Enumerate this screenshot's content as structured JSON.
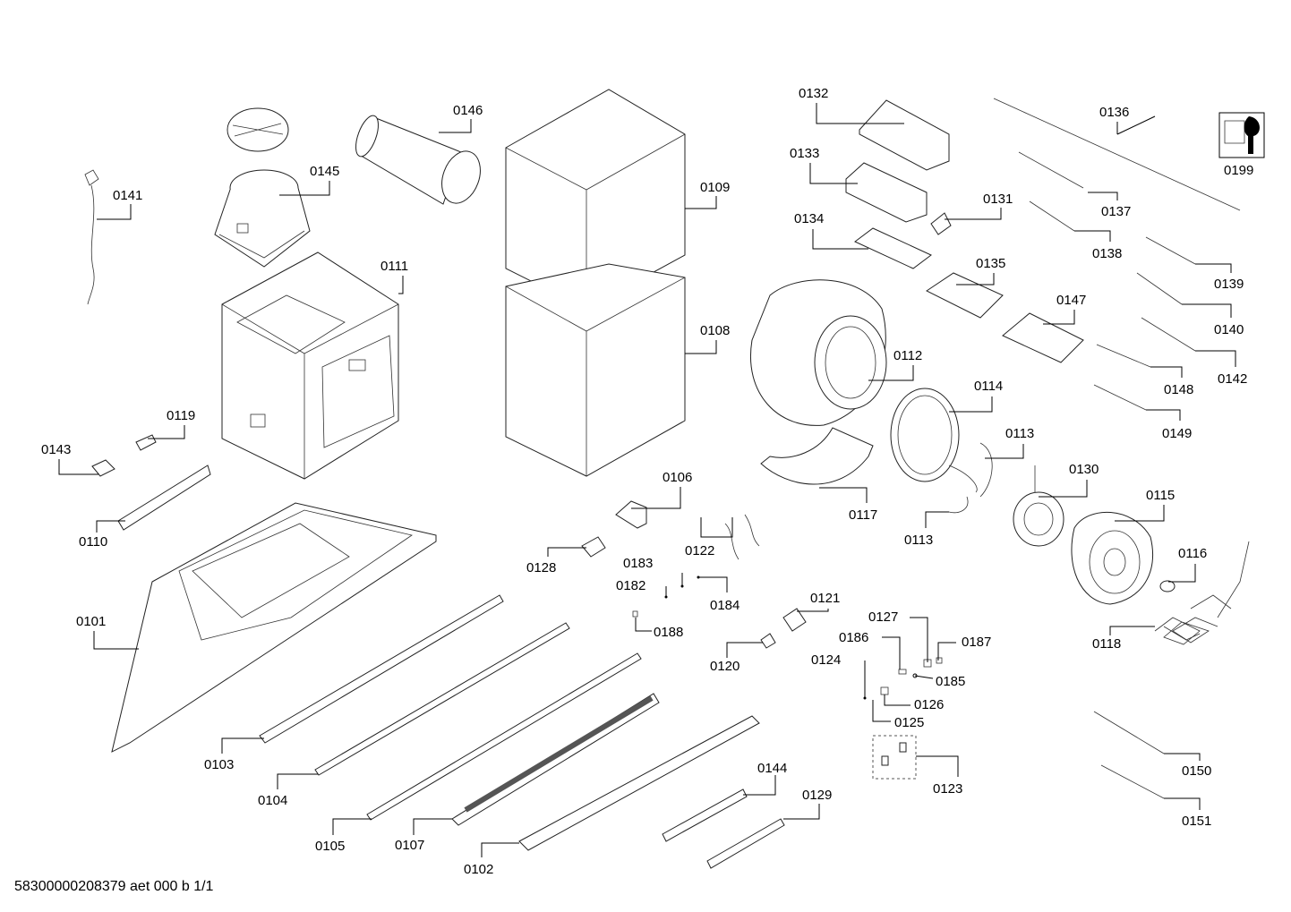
{
  "document_code": "58300000208379 aet 000 b 1/1",
  "labels": {
    "p0101": "0101",
    "p0102": "0102",
    "p0103": "0103",
    "p0104": "0104",
    "p0105": "0105",
    "p0106": "0106",
    "p0107": "0107",
    "p0108": "0108",
    "p0109": "0109",
    "p0110": "0110",
    "p0111": "0111",
    "p0112": "0112",
    "p0113a": "0113",
    "p0113b": "0113",
    "p0114": "0114",
    "p0115": "0115",
    "p0116": "0116",
    "p0117": "0117",
    "p0118": "0118",
    "p0119": "0119",
    "p0120": "0120",
    "p0121": "0121",
    "p0122": "0122",
    "p0123": "0123",
    "p0124": "0124",
    "p0125": "0125",
    "p0126": "0126",
    "p0127": "0127",
    "p0128": "0128",
    "p0129": "0129",
    "p0130": "0130",
    "p0131": "0131",
    "p0132": "0132",
    "p0133": "0133",
    "p0134": "0134",
    "p0135": "0135",
    "p0136": "0136",
    "p0137": "0137",
    "p0138": "0138",
    "p0139": "0139",
    "p0140": "0140",
    "p0141": "0141",
    "p0142": "0142",
    "p0143": "0143",
    "p0144": "0144",
    "p0145": "0145",
    "p0146": "0146",
    "p0147": "0147",
    "p0148": "0148",
    "p0149": "0149",
    "p0150": "0150",
    "p0151": "0151",
    "p0182": "0182",
    "p0183": "0183",
    "p0184": "0184",
    "p0185": "0185",
    "p0186": "0186",
    "p0187": "0187",
    "p0188": "0188",
    "p0199": "0199"
  },
  "icons": {
    "tool": "wrench-icon"
  }
}
